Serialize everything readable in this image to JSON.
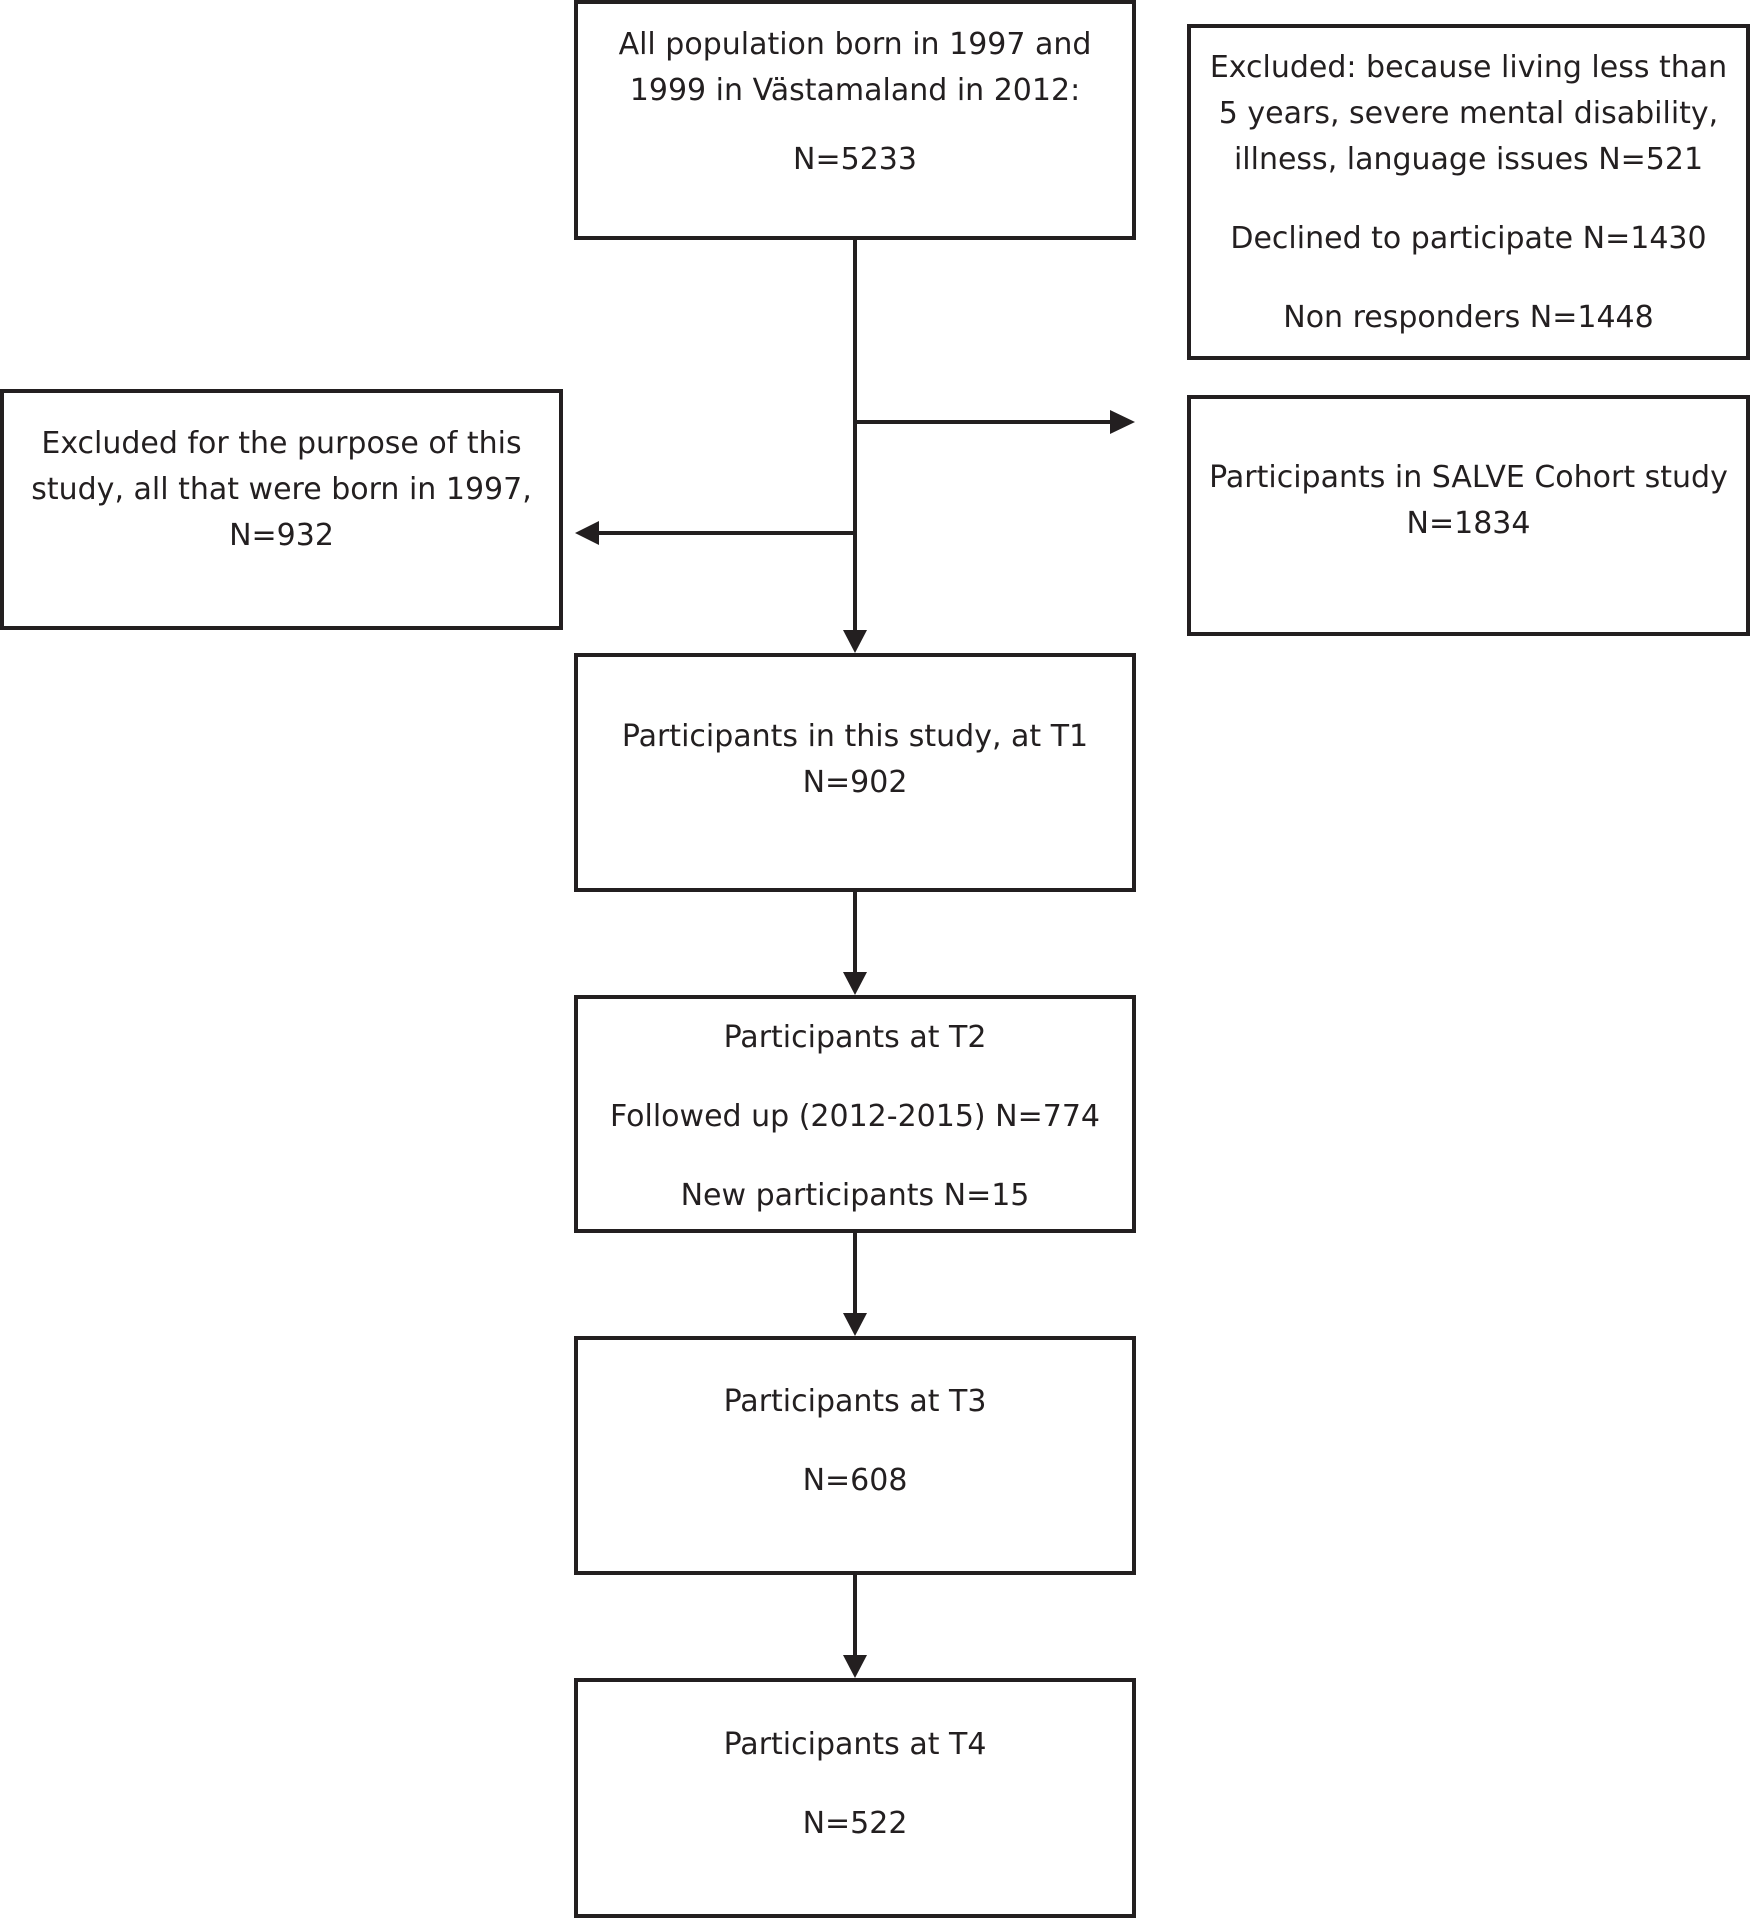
{
  "diagram": {
    "population": {
      "line1": "All population born in 1997 and",
      "line2": "1999 in Västamaland in 2012:",
      "count": "N=5233"
    },
    "excluded_cohort": {
      "line1": "Excluded: because living less than",
      "line2": "5 years, severe mental disability,",
      "line3": "illness, language issues N=521",
      "declined": "Declined to participate N=1430",
      "non_responders": "Non responders N=1448"
    },
    "salve": {
      "line1": "Participants in SALVE Cohort study",
      "count": "N=1834"
    },
    "excluded_study": {
      "line1": "Excluded for the purpose of this",
      "line2": "study, all that were born in 1997,",
      "count": "N=932"
    },
    "t1": {
      "line1": "Participants in this study, at T1",
      "count": "N=902"
    },
    "t2": {
      "line1": "Participants at T2",
      "followed": "Followed up (2012-2015) N=774",
      "new": "New participants  N=15"
    },
    "t3": {
      "line1": "Participants at T3",
      "count": "N=608"
    },
    "t4": {
      "line1": "Participants at T4",
      "count": "N=522"
    }
  }
}
